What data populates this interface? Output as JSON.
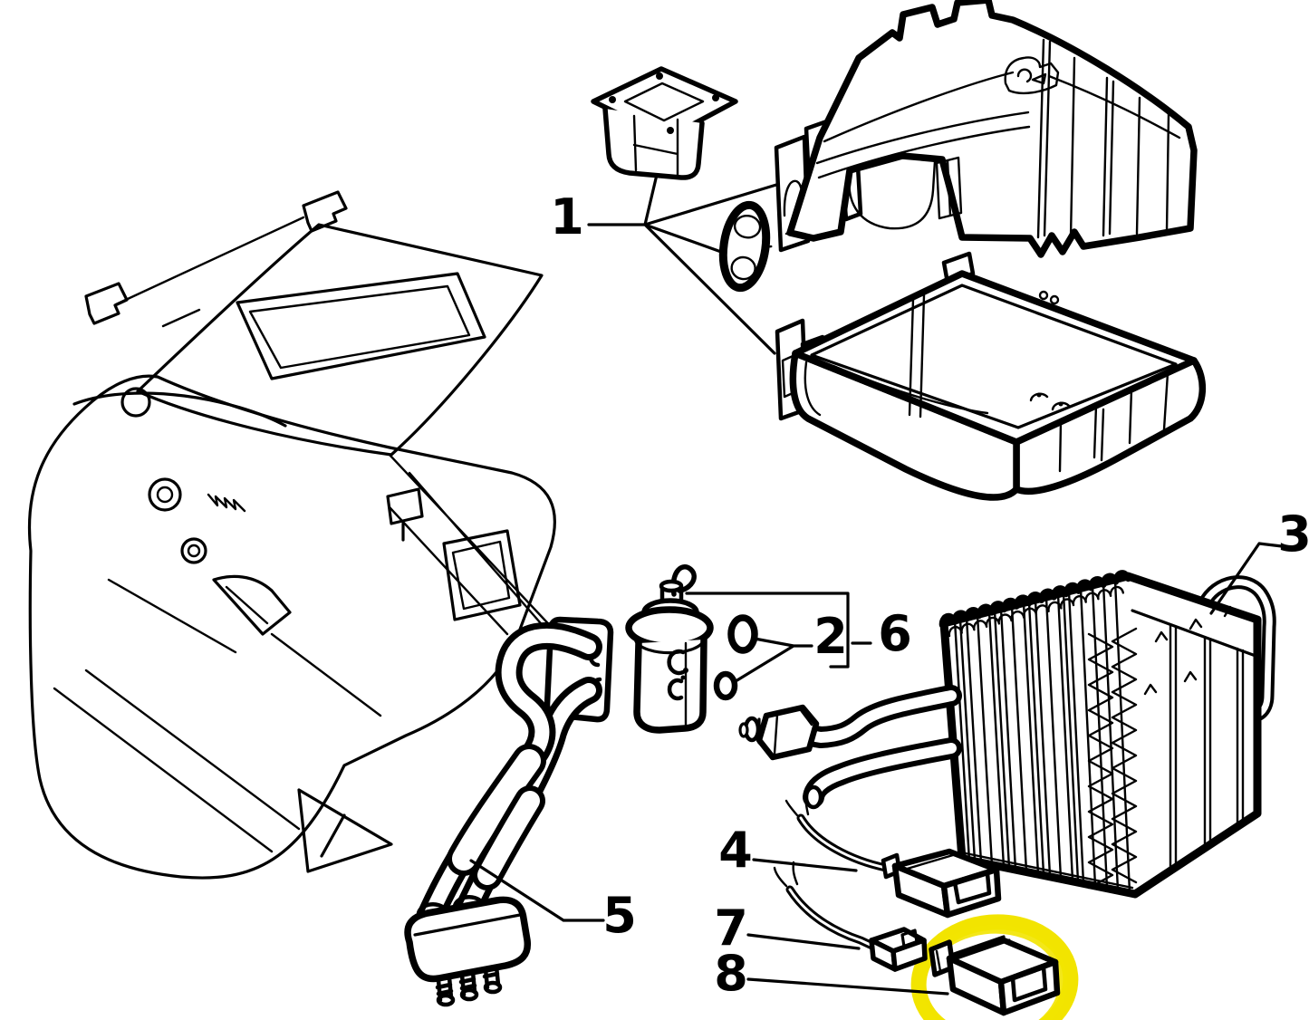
{
  "figure": {
    "type": "exploded-parts-line-drawing",
    "background_color": "#ffffff",
    "line_color": "#000000"
  },
  "highlight": {
    "color": "#F2E400",
    "style": "hand-drawn-marker-ellipse",
    "marks_callout": "8"
  },
  "callouts": [
    {
      "number": "1",
      "part": "evaporator-housing-covers-duct-and-grommet"
    },
    {
      "number": "2",
      "part": "o-ring-seals"
    },
    {
      "number": "3",
      "part": "evaporator-core"
    },
    {
      "number": "4",
      "part": "thermostat-cable-with-connector"
    },
    {
      "number": "5",
      "part": "refrigerant-pipe-assembly"
    },
    {
      "number": "6",
      "part": "expansion-valve-kit"
    },
    {
      "number": "7",
      "part": "wiring-lead-with-connector"
    },
    {
      "number": "8",
      "part": "relay-module"
    }
  ]
}
